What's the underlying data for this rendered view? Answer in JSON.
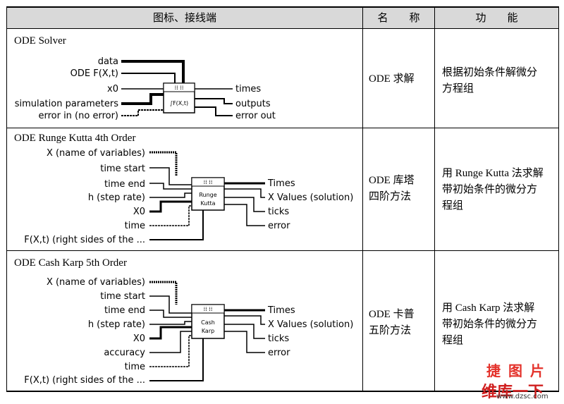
{
  "header": {
    "col1": "图标、接线端",
    "col2": "名　　称",
    "col3": "功　　能"
  },
  "rows": [
    {
      "title": "ODE Solver",
      "inputs": [
        "data",
        "ODE F(X,t)",
        "x0",
        "simulation parameters",
        "error in (no error)"
      ],
      "outputs": [
        "times",
        "outputs",
        "error out"
      ],
      "icon_text": [
        "∫F(X,t)"
      ],
      "name": "ODE 求解",
      "function": [
        "根据初始条件解微分",
        "方程组"
      ]
    },
    {
      "title": "ODE Runge Kutta 4th Order",
      "inputs": [
        "X (name of variables)",
        "time start",
        "time end",
        "h (step rate)",
        "X0",
        "time",
        "F(X,t) (right sides of the ..."
      ],
      "outputs": [
        "Times",
        "X Values (solution)",
        "ticks",
        "error"
      ],
      "icon_text": [
        "Runge",
        "Kutta"
      ],
      "name": [
        "ODE 库塔",
        "四阶方法"
      ],
      "function": [
        "用 Runge Kutta 法求解",
        "带初始条件的微分方",
        "程组"
      ]
    },
    {
      "title": "ODE Cash Karp 5th Order",
      "inputs": [
        "X (name of variables)",
        "time start",
        "time end",
        "h (step rate)",
        "X0",
        "accuracy",
        "time",
        "F(X,t) (right sides of the ..."
      ],
      "outputs": [
        "Times",
        "X Values (solution)",
        "ticks",
        "error"
      ],
      "icon_text": [
        "Cash",
        "Karp"
      ],
      "name": [
        "ODE 卡普",
        "五阶方法"
      ],
      "function": [
        "用 Cash Karp 法求解",
        "带初始条件的微分方",
        "程组"
      ]
    }
  ],
  "watermark": {
    "top": "捷 图 片",
    "main": "维库一下",
    "url": "www.dzsc.com"
  }
}
